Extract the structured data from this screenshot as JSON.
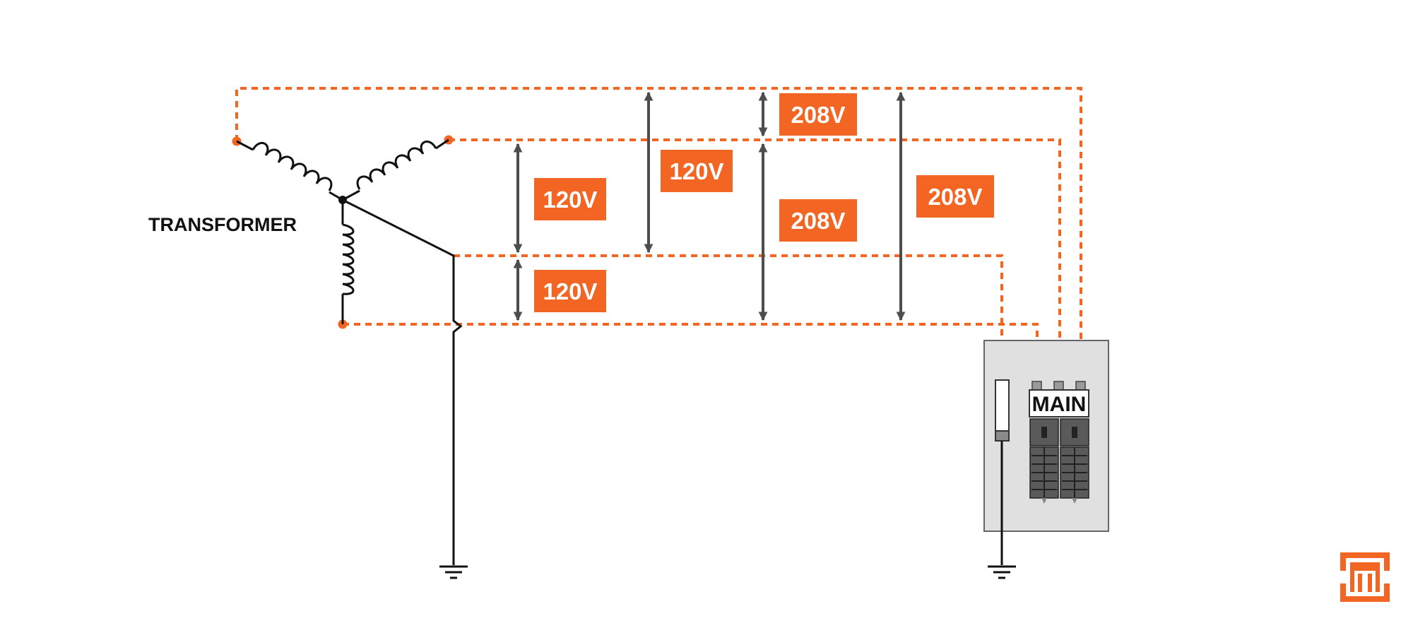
{
  "diagram": {
    "transformer_label": "TRANSFORMER",
    "panel_label": "MAIN",
    "voltage_labels": [
      {
        "id": "phase-a-neutral",
        "text": "120V"
      },
      {
        "id": "phase-b-neutral",
        "text": "120V"
      },
      {
        "id": "phase-c-neutral",
        "text": "120V"
      },
      {
        "id": "phase-ab",
        "text": "208V"
      },
      {
        "id": "phase-bc",
        "text": "208V"
      },
      {
        "id": "phase-ac",
        "text": "208V"
      }
    ]
  },
  "colors": {
    "accent_orange": "#F26522",
    "wire_black": "#111111",
    "arrow_gray": "#4D4D4D",
    "panel_fill": "#E0E0E0",
    "breaker_gray": "#555555"
  },
  "logo": {
    "icon": "brand-logo-icon"
  }
}
